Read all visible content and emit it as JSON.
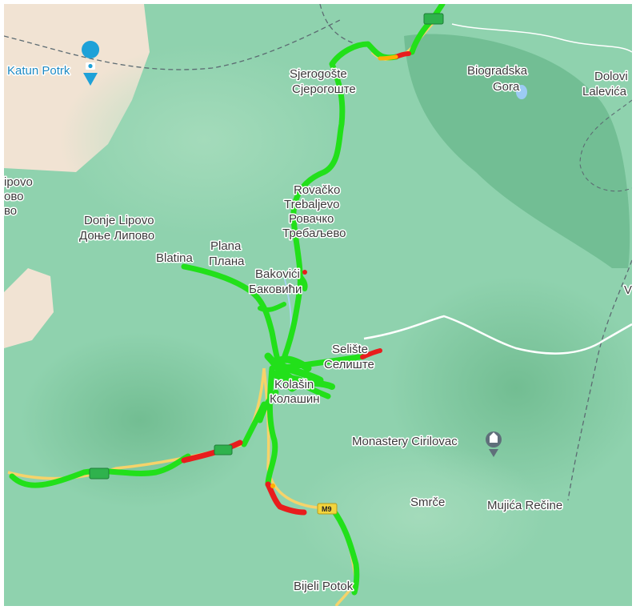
{
  "map": {
    "places": {
      "katun_potrk": "Katun Potrk",
      "sjerogoste_lat": "Sjerogošte",
      "sjerogoste_cyr": "Сјерогоште",
      "biogradska_1": "Biogradska",
      "biogradska_2": "Gora",
      "dolovi_1": "Dolovi",
      "dolovi_2": "Lalevića",
      "lipovo_1": "ipovo",
      "lipovo_2": "ово",
      "lipovo_3": "во",
      "rovacko_1": "Rovačko",
      "rovacko_2": "Trebaljevo",
      "rovacko_3": "Ровачко",
      "rovacko_4": "Требаљево",
      "donje_lipovo_lat": "Donje Lipovo",
      "donje_lipovo_cyr": "Доње Липово",
      "plana_lat": "Plana",
      "plana_cyr": "Плана",
      "blatina": "Blatina",
      "bakovici_lat": "Bakovići",
      "bakovici_cyr": "Баковићи",
      "seliste_lat": "Selište",
      "seliste_cyr": "Селиште",
      "kolasin_lat": "Kolašin",
      "kolasin_cyr": "Колашин",
      "monastery": "Monastery Cirilovac",
      "smrce": "Smrče",
      "mujica": "Mujića Rečine",
      "bijeli_potok": "Bijeli Potok",
      "edge_v": "V"
    },
    "road_shields": {
      "m9": "M9"
    },
    "icons": {
      "katun": "camera-pin-icon",
      "monastery": "church-pin-icon"
    },
    "colors": {
      "forest": "#8fd2ae",
      "forest_dark": "#72be94",
      "barren": "#f1e3d3",
      "track_ok": "#22e01a",
      "track_slow": "#e81d1d",
      "track_mid": "#ffb000",
      "road": "#ffffff",
      "highway": "#f6d36a",
      "shield": "#f3d53c",
      "shield_green": "#2fb24d"
    }
  }
}
